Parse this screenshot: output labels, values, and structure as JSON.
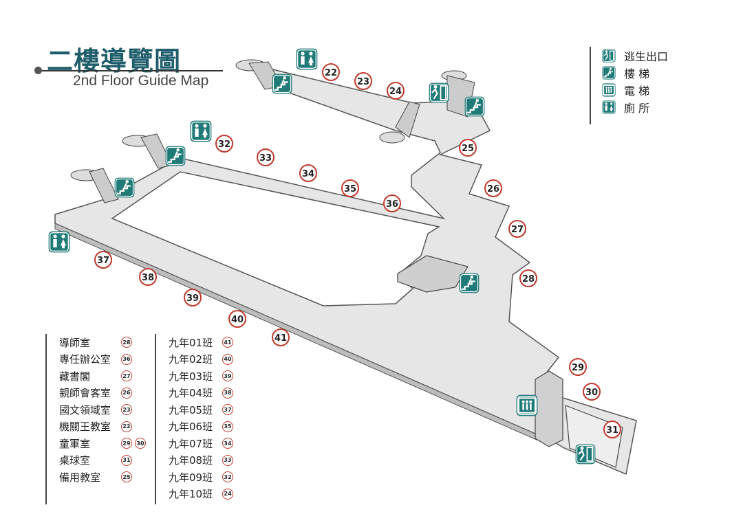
{
  "title": {
    "zh": "二樓導覽圖",
    "en": "2nd Floor Guide Map"
  },
  "icon_legend": [
    {
      "icon": "emergency-exit-icon",
      "label": "逃生出口"
    },
    {
      "icon": "stairs-icon",
      "label": "樓 梯"
    },
    {
      "icon": "elevator-icon",
      "label": "電 梯"
    },
    {
      "icon": "restroom-icon",
      "label": "廁 所"
    }
  ],
  "rooms_legend_left": [
    {
      "name": "導師室",
      "rooms": [
        "28"
      ]
    },
    {
      "name": "專任辦公室",
      "rooms": [
        "36"
      ]
    },
    {
      "name": "藏書閣",
      "rooms": [
        "27"
      ]
    },
    {
      "name": "親師會客室",
      "rooms": [
        "26"
      ]
    },
    {
      "name": "國文領域室",
      "rooms": [
        "23"
      ]
    },
    {
      "name": "機關王教室",
      "rooms": [
        "22"
      ]
    },
    {
      "name": "童軍室",
      "rooms": [
        "29",
        "30"
      ]
    },
    {
      "name": "桌球室",
      "rooms": [
        "31"
      ]
    },
    {
      "name": "備用教室",
      "rooms": [
        "25"
      ]
    }
  ],
  "rooms_legend_right": [
    {
      "name": "九年01班",
      "rooms": [
        "41"
      ]
    },
    {
      "name": "九年02班",
      "rooms": [
        "40"
      ]
    },
    {
      "name": "九年03班",
      "rooms": [
        "39"
      ]
    },
    {
      "name": "九年04班",
      "rooms": [
        "38"
      ]
    },
    {
      "name": "九年05班",
      "rooms": [
        "37"
      ]
    },
    {
      "name": "九年06班",
      "rooms": [
        "35"
      ]
    },
    {
      "name": "九年07班",
      "rooms": [
        "34"
      ]
    },
    {
      "name": "九年08班",
      "rooms": [
        "33"
      ]
    },
    {
      "name": "九年09班",
      "rooms": [
        "32"
      ]
    },
    {
      "name": "九年10班",
      "rooms": [
        "24"
      ]
    }
  ],
  "map_rooms": [
    "22",
    "23",
    "24",
    "25",
    "26",
    "27",
    "28",
    "29",
    "30",
    "31",
    "32",
    "33",
    "34",
    "35",
    "36",
    "37",
    "38",
    "39",
    "40",
    "41"
  ],
  "colors": {
    "accent": "#1f7a78",
    "title": "#1f5d6b",
    "marker": "#c0392b",
    "floor": "#e8e8e8"
  }
}
